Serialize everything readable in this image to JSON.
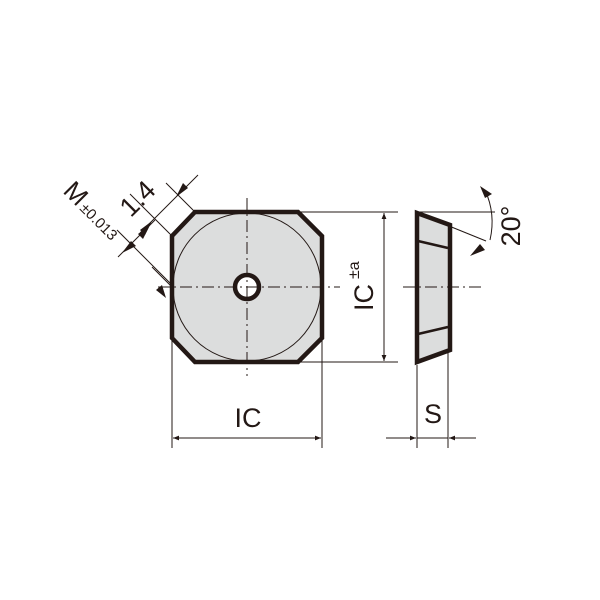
{
  "drawing": {
    "type": "cutting insert technical drawing",
    "colors": {
      "outline": "#231815",
      "fill": "#dcdddd",
      "background": "#ffffff"
    },
    "labels": {
      "chamfer_width": "1.4",
      "m_dimension": "M",
      "m_tolerance": "±0.013",
      "ic_vertical": "IC",
      "ic_vertical_tolerance": "±a",
      "ic_horizontal": "IC",
      "thickness": "S",
      "clearance_angle": "20°"
    }
  }
}
